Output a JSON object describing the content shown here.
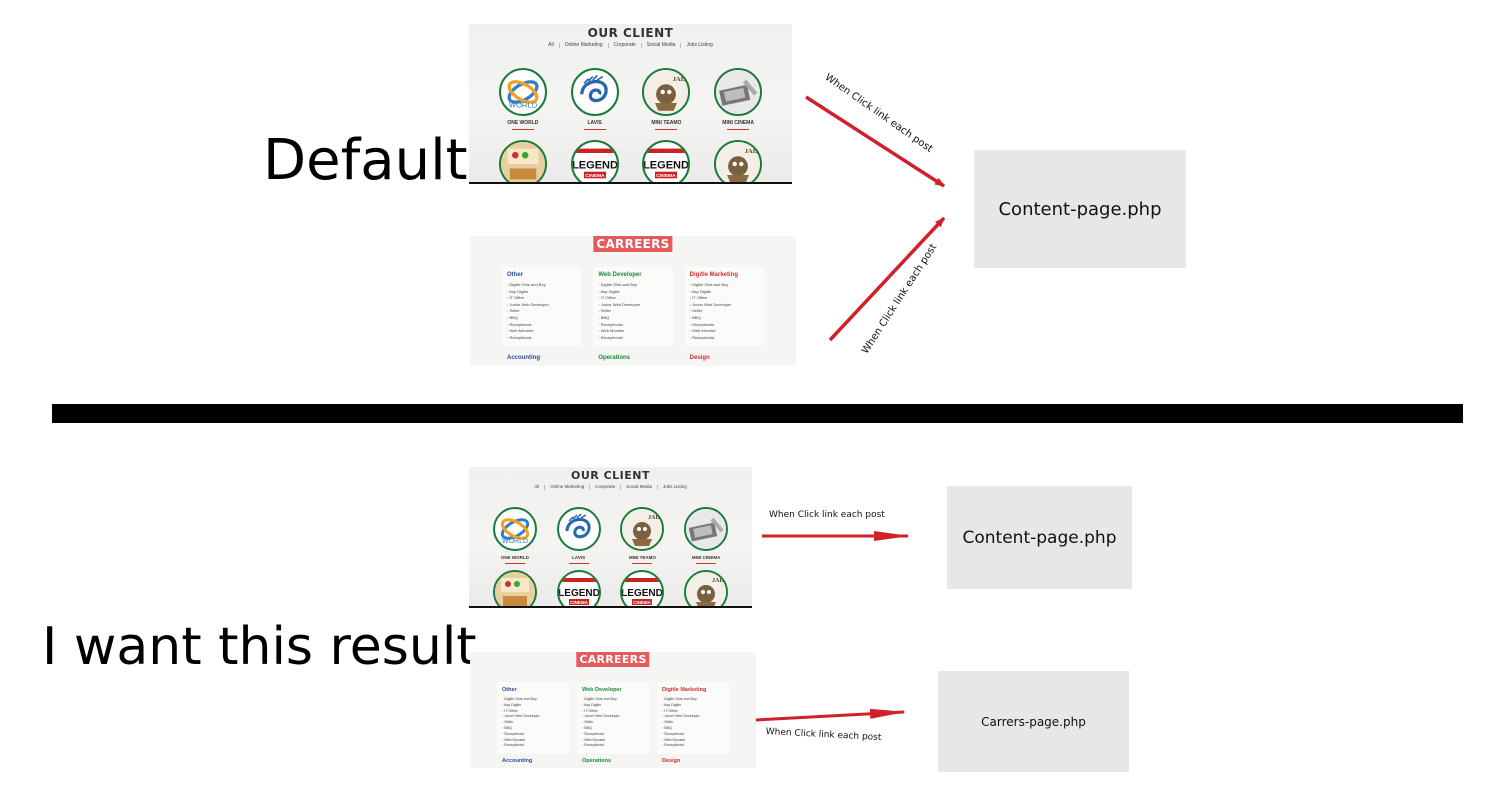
{
  "labels": {
    "default": "Default",
    "result": "I want this result"
  },
  "arrow_caption": "When Click link each post",
  "targets": {
    "content": "Content-page.php",
    "careers": "Carrers-page.php"
  },
  "client": {
    "title": "OUR CLIENT",
    "filters": [
      "All",
      "Online Marketing",
      "Corporate",
      "Social Media",
      "Jobs Listing"
    ],
    "items": [
      {
        "name": "ONE WORLD",
        "icon": "one-world-logo-icon"
      },
      {
        "name": "LAVIS",
        "icon": "lavis-logo-icon"
      },
      {
        "name": "MINI TEAMO",
        "icon": "mini-teamo-logo-icon"
      },
      {
        "name": "MINI CINEMA",
        "icon": "mini-cinema-logo-icon"
      }
    ],
    "row2": [
      {
        "icon": "food-tray-icon"
      },
      {
        "icon": "legend-cinema-logo-icon",
        "text": "LEGEND",
        "sub": "CINEMA"
      },
      {
        "icon": "legend-cinema-logo-icon",
        "text": "LEGEND",
        "sub": "CINEMA"
      },
      {
        "icon": "jaiko-logo-icon"
      }
    ]
  },
  "careers": {
    "title": "CARREERS",
    "columns": [
      {
        "heading": "Other",
        "color": "#2a4a9a",
        "items": [
          "Digitle Girls and Boy",
          "Asp Digitle",
          "IT Office",
          "Junior Web Developer",
          "Seller",
          "BBQ",
          "Receptionist",
          "Web Monster",
          "Receptionist"
        ]
      },
      {
        "heading": "Web Developer",
        "color": "#1a8a3a",
        "items": [
          "Digitle Girls and Boy",
          "Asp Digitle",
          "IT Office",
          "Junior Web Developer",
          "Seller",
          "BBQ",
          "Receptionist",
          "Web Monster",
          "Receptionist"
        ]
      },
      {
        "heading": "Digitle Marketing",
        "color": "#d03030",
        "items": [
          "Digitle Girls and Boy",
          "Asp Digitle",
          "IT Office",
          "Junior Web Developer",
          "Seller",
          "BBQ",
          "Receptionist",
          "Web Monster",
          "Receptionist"
        ]
      }
    ],
    "bottom": [
      {
        "heading": "Accounting",
        "color": "#2a4a9a"
      },
      {
        "heading": "Operations",
        "color": "#1a8a3a"
      },
      {
        "heading": "Design",
        "color": "#d03030"
      }
    ]
  },
  "colors": {
    "arrow": "#d0202a",
    "target_bg": "#e6e7e9",
    "accent_red": "#e55a5a",
    "circle_border": "#1a7a3a"
  }
}
